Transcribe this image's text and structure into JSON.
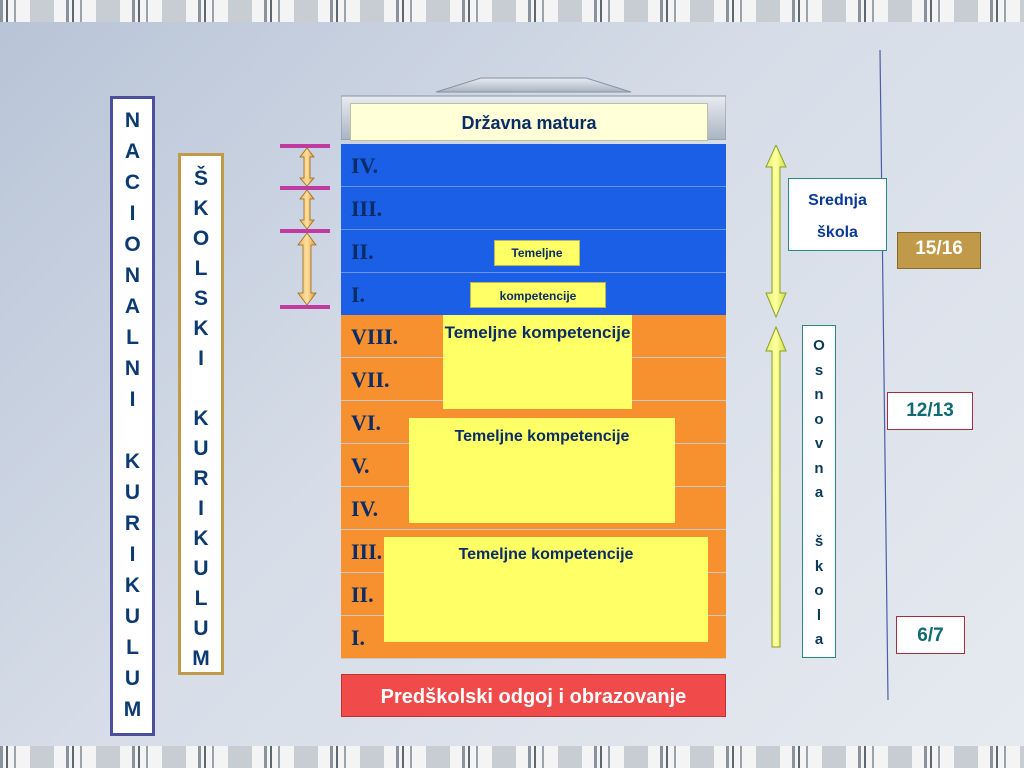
{
  "left_vertical": {
    "letters": [
      "N",
      "A",
      "C",
      "I",
      "O",
      "N",
      "A",
      "L",
      "N",
      "I",
      "",
      "K",
      "U",
      "R",
      "I",
      "K",
      "U",
      "L",
      "U",
      "M"
    ]
  },
  "mid_vertical": {
    "letters": [
      "Š",
      "K",
      "O",
      "L",
      "S",
      "K",
      "I",
      "",
      "K",
      "U",
      "R",
      "I",
      "K",
      "U",
      "L",
      "U",
      "M"
    ]
  },
  "matura": {
    "label": "Državna matura"
  },
  "high_school_rows": [
    "IV.",
    "III.",
    "II.",
    "I."
  ],
  "primary_rows": [
    "VIII.",
    "VII.",
    "VI.",
    "V.",
    "IV.",
    "III.",
    "II.",
    "I."
  ],
  "competence_boxes": {
    "small_top": "Temeljne",
    "small_bottom": "kompetencije",
    "box1": "Temeljne kompetencije",
    "box2": "Temeljne kompetencije",
    "box3": "Temeljne kompetencije"
  },
  "srednja_skola": {
    "line1": "Srednja",
    "line2": "škola"
  },
  "osnovna_skola": {
    "letters": [
      "O",
      "s",
      "n",
      "o",
      "v",
      "n",
      "a",
      "",
      "š",
      "k",
      "o",
      "l",
      "a"
    ]
  },
  "ratios": {
    "r1": "15/16",
    "r2": "12/13",
    "r3": "6/7"
  },
  "preschool": {
    "label": "Predškolski odgoj i obrazovanje"
  },
  "colors": {
    "blue": "#1a5fe6",
    "orange": "#f7902f",
    "yellow": "#ffff66",
    "red": "#f04a4a",
    "olive": "#c09a48",
    "teal": "#0f6a73"
  }
}
